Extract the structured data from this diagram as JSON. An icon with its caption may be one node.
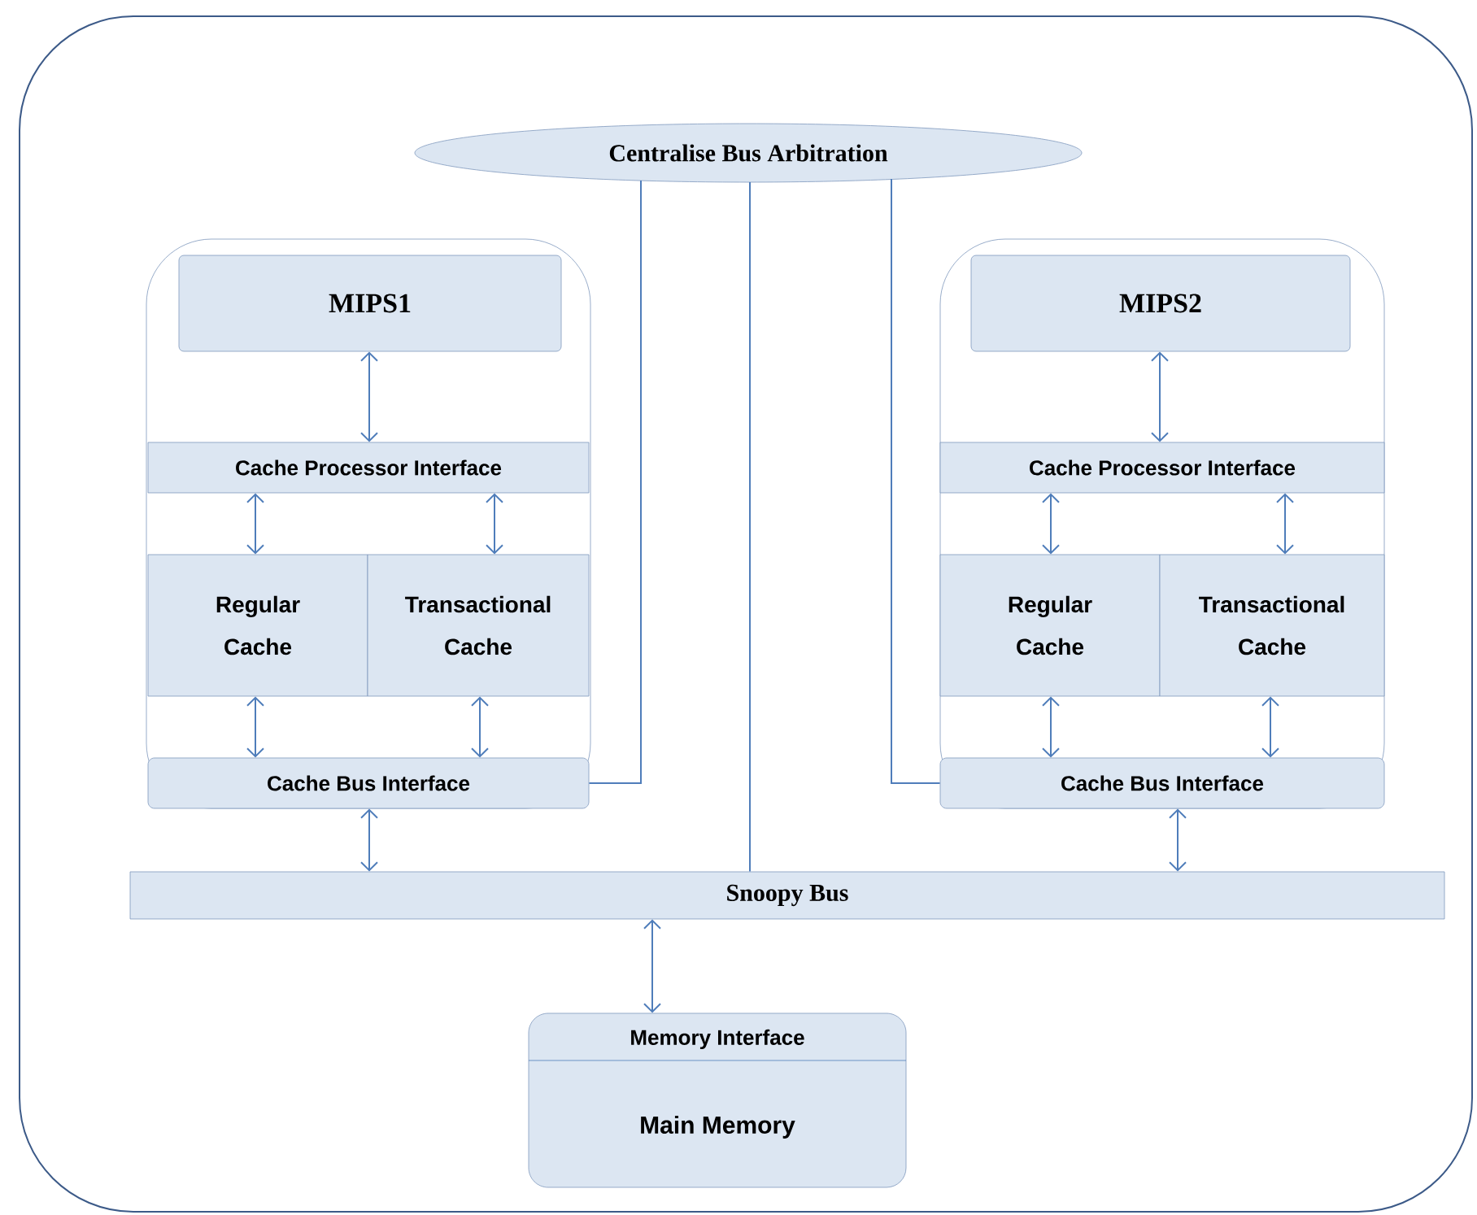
{
  "diagram": {
    "nodes": [
      {
        "text": [
          "Centralise Bus Arbitration"
        ]
      },
      {
        "text": [],
        "shape": "box"
      },
      {
        "text": [
          "MIPS1"
        ],
        "in": 1
      },
      {
        "text": [
          "Cache Processor Interface"
        ],
        "in": 1
      },
      {
        "text": [
          "Regular Cache"
        ],
        "in": 1
      },
      {
        "text": [
          "Transactional Cache"
        ],
        "in": 1
      },
      {
        "text": [
          "Cache Bus Interface"
        ],
        "in": 1
      },
      {
        "text": [],
        "shape": "box"
      },
      {
        "text": [
          "MIPS2"
        ],
        "in": 7
      },
      {
        "text": [
          "Cache Processor Interface"
        ],
        "in": 7
      },
      {
        "text": [
          "Regular Cache"
        ],
        "in": 7
      },
      {
        "text": [
          "Transactional Cache"
        ],
        "in": 7
      },
      {
        "text": [
          "Cache Bus Interface"
        ],
        "in": 7
      },
      {
        "text": [
          "Snoopy Bus"
        ]
      },
      {
        "text": [
          "Memory Interface",
          "Main Memory"
        ]
      }
    ],
    "edges": [
      {
        "from": 2,
        "to": 3,
        "arrow": "both"
      },
      {
        "from": 3,
        "to": 4,
        "arrow": "both"
      },
      {
        "from": 3,
        "to": 5,
        "arrow": "both"
      },
      {
        "from": 4,
        "to": 6,
        "arrow": "both"
      },
      {
        "from": 5,
        "to": 6,
        "arrow": "both"
      },
      {
        "from": 6,
        "to": 13,
        "arrow": "both"
      },
      {
        "from": 8,
        "to": 9,
        "arrow": "both"
      },
      {
        "from": 9,
        "to": 10,
        "arrow": "both"
      },
      {
        "from": 9,
        "to": 11,
        "arrow": "both"
      },
      {
        "from": 10,
        "to": 12,
        "arrow": "both"
      },
      {
        "from": 11,
        "to": 12,
        "arrow": "both"
      },
      {
        "from": 12,
        "to": 13,
        "arrow": "both"
      },
      {
        "from": 13,
        "to": 14,
        "arrow": "both"
      },
      {
        "from": 0,
        "to": 6,
        "arrow": "none"
      },
      {
        "from": 0,
        "to": 12,
        "arrow": "none"
      },
      {
        "from": 0,
        "to": 13,
        "arrow": "none"
      }
    ]
  }
}
